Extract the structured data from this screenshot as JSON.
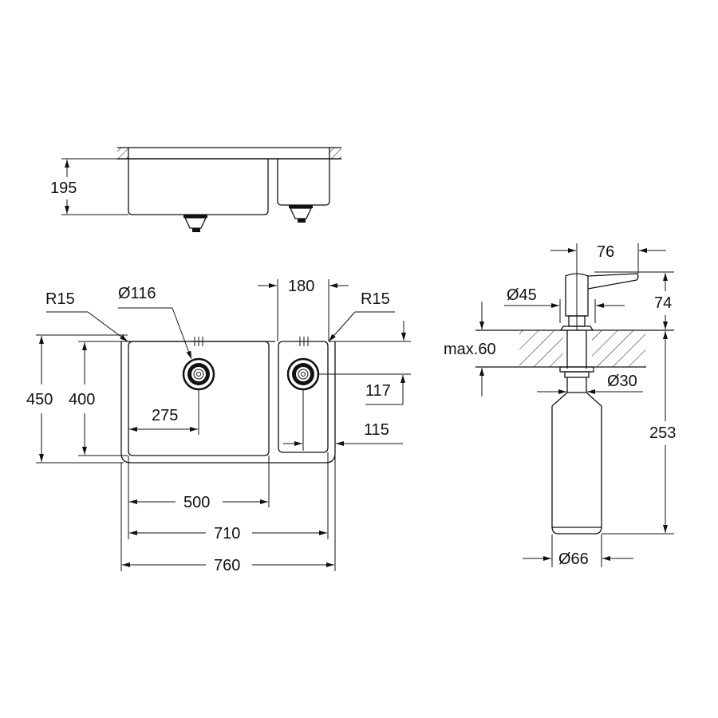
{
  "drawing": {
    "subject": "Undermount double-bowl sink with soap dispenser — technical dimension drawing",
    "stroke_color": "#111111",
    "background": "#ffffff"
  },
  "side_view": {
    "depth": "195"
  },
  "top_view": {
    "radius_left": "R15",
    "radius_right": "R15",
    "drain_diameter": "Ø116",
    "small_bowl_width": "180",
    "outer_depth": "450",
    "inner_depth": "400",
    "drain_offset_x": "275",
    "small_drain_offset_y": "117",
    "small_drain_offset_x": "115",
    "main_bowl_width": "500",
    "inner_width": "710",
    "outer_width": "760"
  },
  "dispenser": {
    "spout_reach": "76",
    "head_diameter": "Ø45",
    "head_height": "74",
    "max_counter_thickness": "max.60",
    "shank_diameter": "Ø30",
    "bottle_height": "253",
    "bottle_diameter": "Ø66"
  }
}
